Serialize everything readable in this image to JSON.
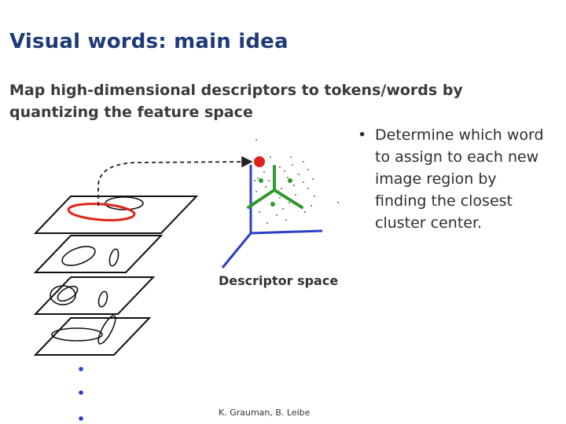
{
  "slide": {
    "title": "Visual words: main idea",
    "subtitle": "Map high-dimensional descriptors to tokens/words by quantizing the feature space",
    "bullet": {
      "marker": "•",
      "text": "Determine which word to assign to each new image region by finding the closest cluster center."
    },
    "figure": {
      "descriptor_space_label": "Descriptor space"
    },
    "credit": "K. Grauman, B. Leibe"
  },
  "colors": {
    "title": "#1f3a7a",
    "axes": "#2a3fc8",
    "highlight_point": "#e0241b",
    "cluster_lines": "#2f9a2f",
    "red_ellipse": "#e0241b"
  }
}
